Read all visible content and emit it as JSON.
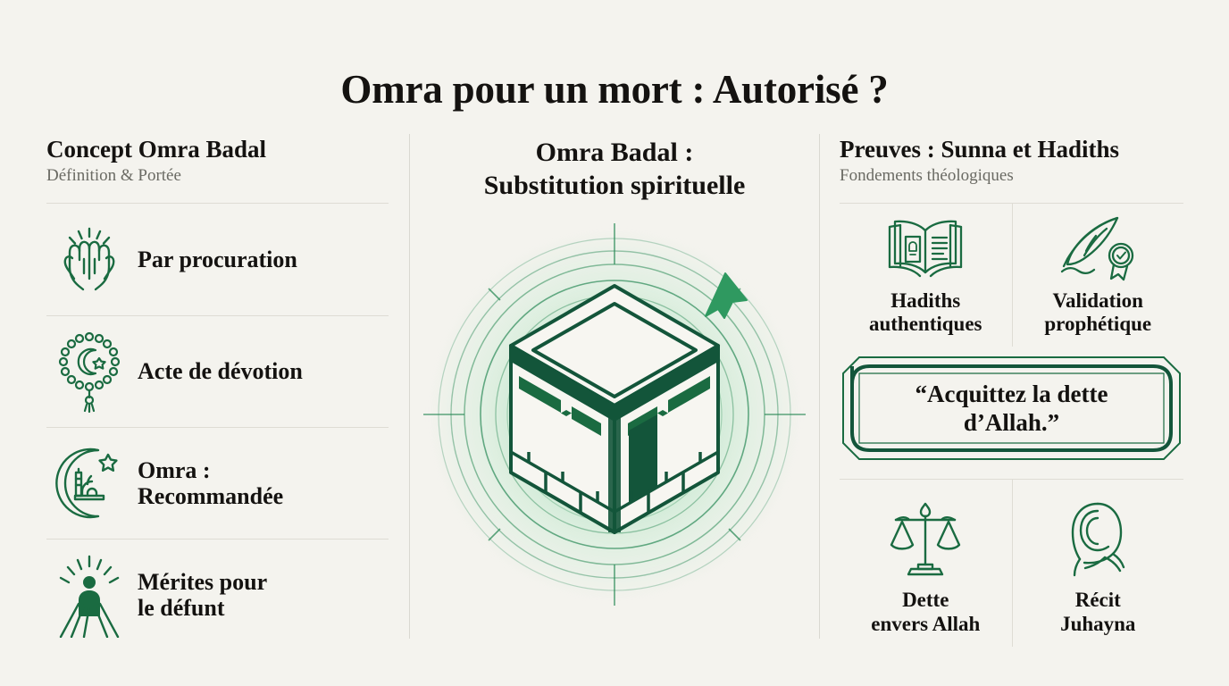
{
  "poster": {
    "title": "Omra pour un mort : Autorisé ?",
    "background_color": "#f4f3ee",
    "accent_color": "#1a6b41",
    "accent_dark": "#13553a",
    "text_color": "#141210",
    "muted_text_color": "#6a6a63",
    "divider_color": "#dedcd4"
  },
  "left_column": {
    "header": {
      "title": "Concept Omra Badal",
      "subtitle": "Définition & Portée"
    },
    "items": [
      {
        "icon": "praying-hands-icon",
        "label": "Par procuration"
      },
      {
        "icon": "prayer-beads-crescent-icon",
        "label": "Acte de dévotion"
      },
      {
        "icon": "crescent-mosque-icon",
        "label": "Omra :\nRecommandée"
      },
      {
        "icon": "radiant-figure-icon",
        "label": "Mérites pour\nle défunt"
      }
    ]
  },
  "center_column": {
    "title": "Omra Badal :\nSubstitution spirituelle",
    "illustration": {
      "name": "kaaba-isometric-icon",
      "rings": "tawaf-concentric-circles",
      "marker": "navigation-arrow-icon"
    }
  },
  "right_column": {
    "header": {
      "title": "Preuves : Sunna et Hadiths",
      "subtitle": "Fondements théologiques"
    },
    "top_items": [
      {
        "icon": "open-quran-book-icon",
        "label": "Hadiths\nauthentiques"
      },
      {
        "icon": "quill-seal-icon",
        "label": "Validation\nprophétique"
      }
    ],
    "quote": "“Acquittez la dette\nd’Allah.”",
    "bottom_items": [
      {
        "icon": "scales-balance-icon",
        "label": "Dette\nenvers Allah"
      },
      {
        "icon": "hijabi-woman-icon",
        "label": "Récit\nJuhayna"
      }
    ]
  }
}
